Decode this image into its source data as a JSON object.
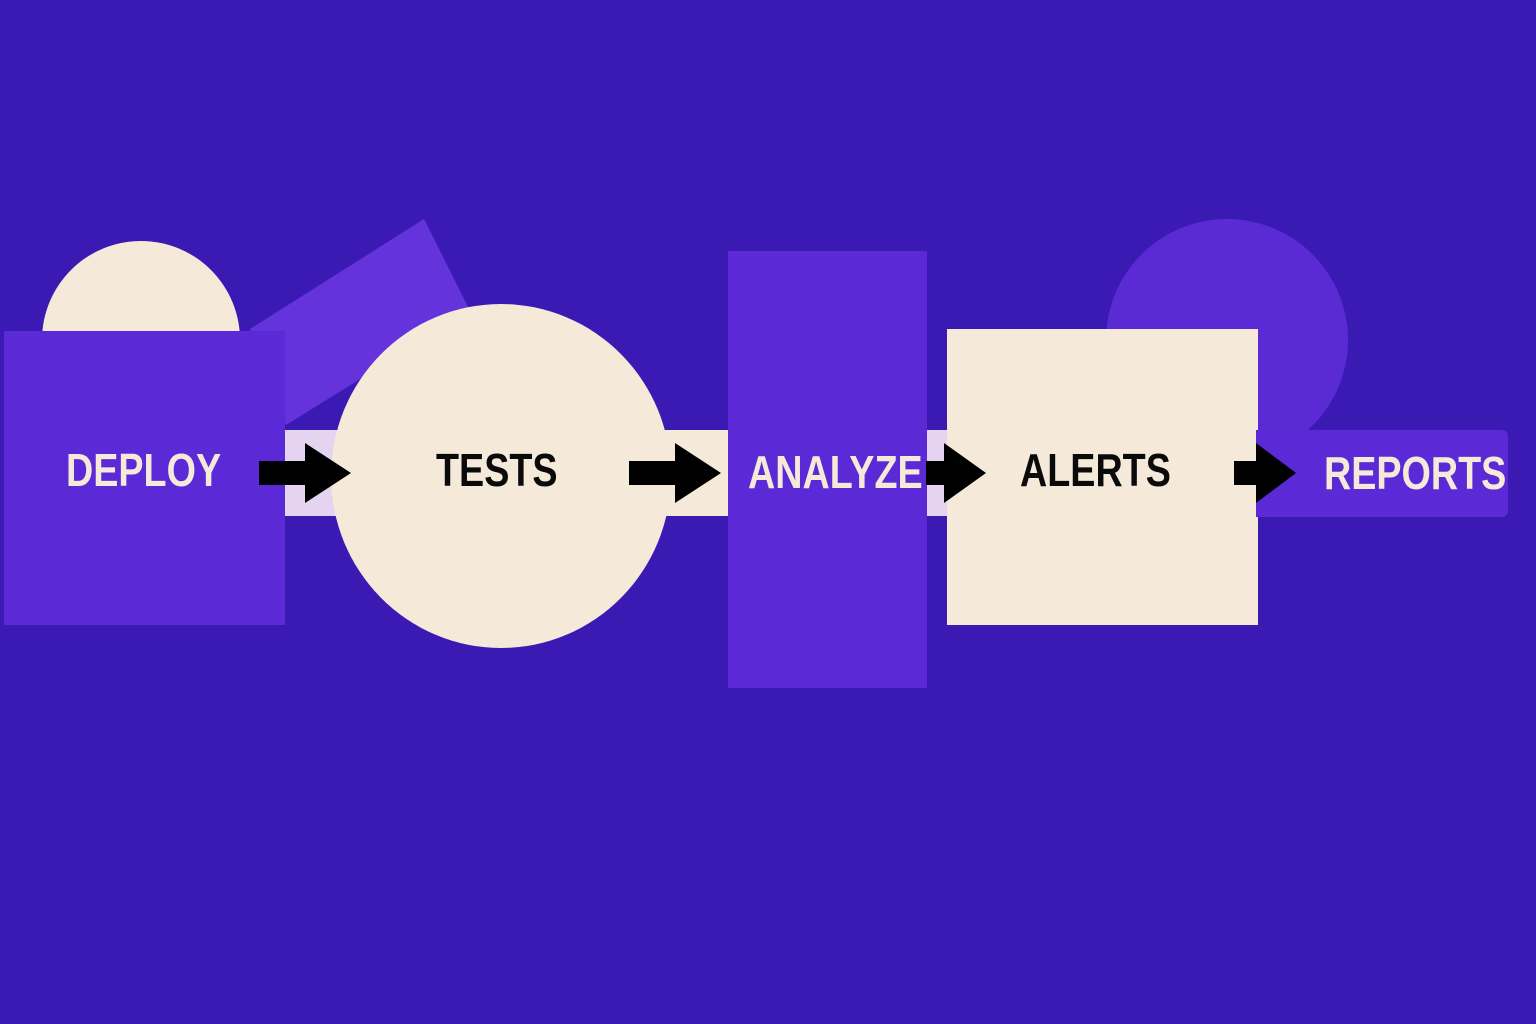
{
  "colors": {
    "background": "#3a1ab3",
    "violet": "#5b2ad6",
    "violet_light": "#6533dc",
    "cream": "#f5ead9",
    "lavender": "#e4d4ef",
    "arrow": "#000000",
    "text_light": "#f5ead9",
    "text_dark": "#0a0a0a"
  },
  "steps": [
    {
      "label": "DEPLOY"
    },
    {
      "label": "TESTS"
    },
    {
      "label": "ANALYZE"
    },
    {
      "label": "ALERTS"
    },
    {
      "label": "REPORTS"
    }
  ],
  "arrows": [
    {
      "icon": "arrow-right-icon"
    },
    {
      "icon": "arrow-right-icon"
    },
    {
      "icon": "arrow-right-icon"
    },
    {
      "icon": "arrow-right-icon"
    }
  ]
}
